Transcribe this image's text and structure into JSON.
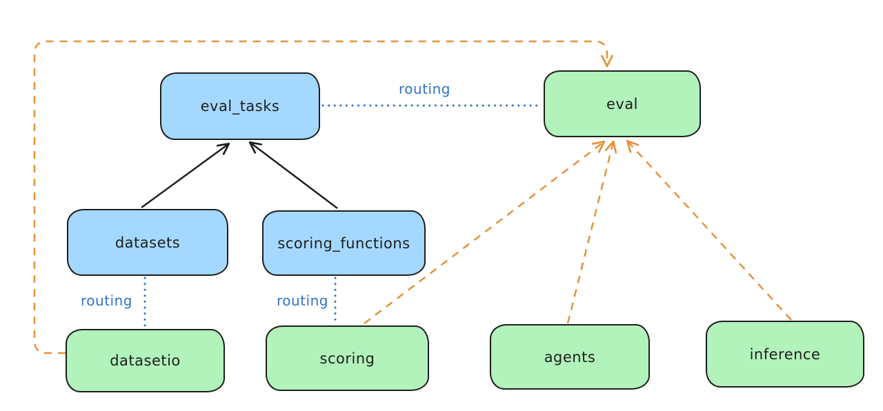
{
  "colors": {
    "background": "#ffffff",
    "api_box_fill": "#a5d8ff",
    "provider_box_fill": "#b2f2bb",
    "box_stroke": "#1e1e1e",
    "routing_blue": "#2f74c4",
    "dashed_orange": "#e6913a"
  },
  "nodes": [
    {
      "id": "eval_tasks",
      "label": "eval_tasks",
      "kind": "api"
    },
    {
      "id": "eval",
      "label": "eval",
      "kind": "provider"
    },
    {
      "id": "datasets",
      "label": "datasets",
      "kind": "api"
    },
    {
      "id": "scoring_functions",
      "label": "scoring_functions",
      "kind": "api"
    },
    {
      "id": "datasetio",
      "label": "datasetio",
      "kind": "provider"
    },
    {
      "id": "scoring",
      "label": "scoring",
      "kind": "provider"
    },
    {
      "id": "agents",
      "label": "agents",
      "kind": "provider"
    },
    {
      "id": "inference",
      "label": "inference",
      "kind": "provider"
    }
  ],
  "edge_labels": {
    "eval_tasks_to_eval": "routing",
    "datasets_to_datasetio": "routing",
    "scoring_functions_to_scoring": "routing"
  }
}
